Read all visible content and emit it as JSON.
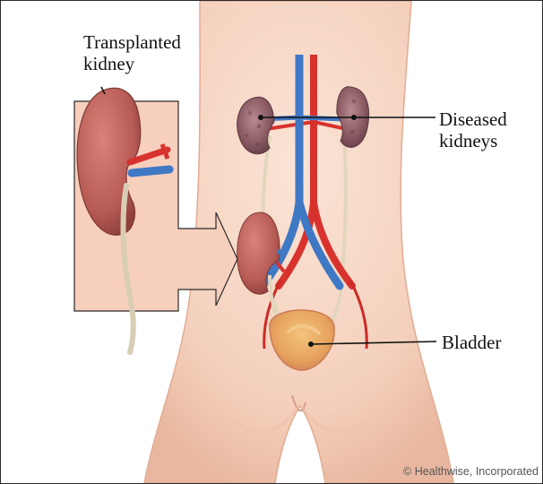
{
  "labels": {
    "transplanted_line1": "Transplanted",
    "transplanted_line2": "kidney",
    "diseased_line1": "Diseased",
    "diseased_line2": "kidneys",
    "bladder": "Bladder"
  },
  "credit": "© Healthwise, Incorporated",
  "colors": {
    "skin": "#f6d6c4",
    "inset_box": "#f7cfbd",
    "kidney": "#b75b55",
    "diseased_kidney": "#8a5a63",
    "vein": "#3f78c4",
    "artery": "#d8322e",
    "ureter": "#e7dcc6",
    "leader_line": "#111111"
  }
}
